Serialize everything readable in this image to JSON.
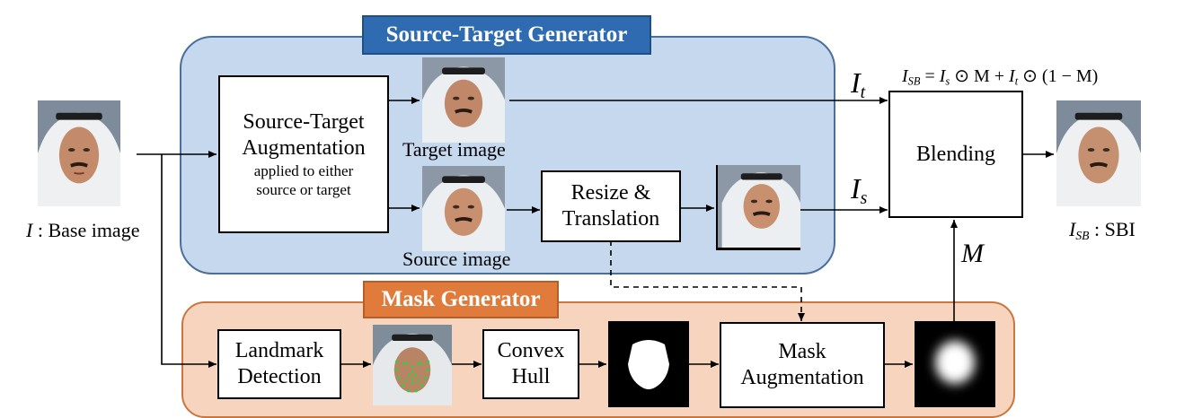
{
  "regions": {
    "source_target": "Source-Target Generator",
    "mask": "Mask Generator"
  },
  "boxes": {
    "augmentation": {
      "line1": "Source-Target",
      "line2": "Augmentation",
      "sub1": "applied to either",
      "sub2": "source or target"
    },
    "resize": {
      "line1": "Resize &",
      "line2": "Translation"
    },
    "blending": "Blending",
    "landmark": {
      "line1": "Landmark",
      "line2": "Detection"
    },
    "convex": {
      "line1": "Convex",
      "line2": "Hull"
    },
    "mask_aug": {
      "line1": "Mask",
      "line2": "Augmentation"
    }
  },
  "labels": {
    "base_image_var": "I",
    "base_image_text": " : Base image",
    "target_image": "Target image",
    "source_image": "Source image",
    "sbi_var": "I",
    "sbi_sub": "SB",
    "sbi_text": " : SBI",
    "it_var": "I",
    "it_sub": "t",
    "is_var": "I",
    "is_sub": "s",
    "m_var": "M"
  },
  "formula": {
    "lhs_var": "I",
    "lhs_sub": "SB",
    "rhs1": " = ",
    "is_var": "I",
    "is_sub": "s",
    "mid": " ⊙ M + ",
    "it_var": "I",
    "it_sub": "t",
    "end": " ⊙ (1 − M)"
  },
  "colors": {
    "source_target_region": "#c5d8ee",
    "source_target_tag": "#2f6bb0",
    "mask_region": "#f6d4bd",
    "mask_tag": "#e07b3c"
  }
}
